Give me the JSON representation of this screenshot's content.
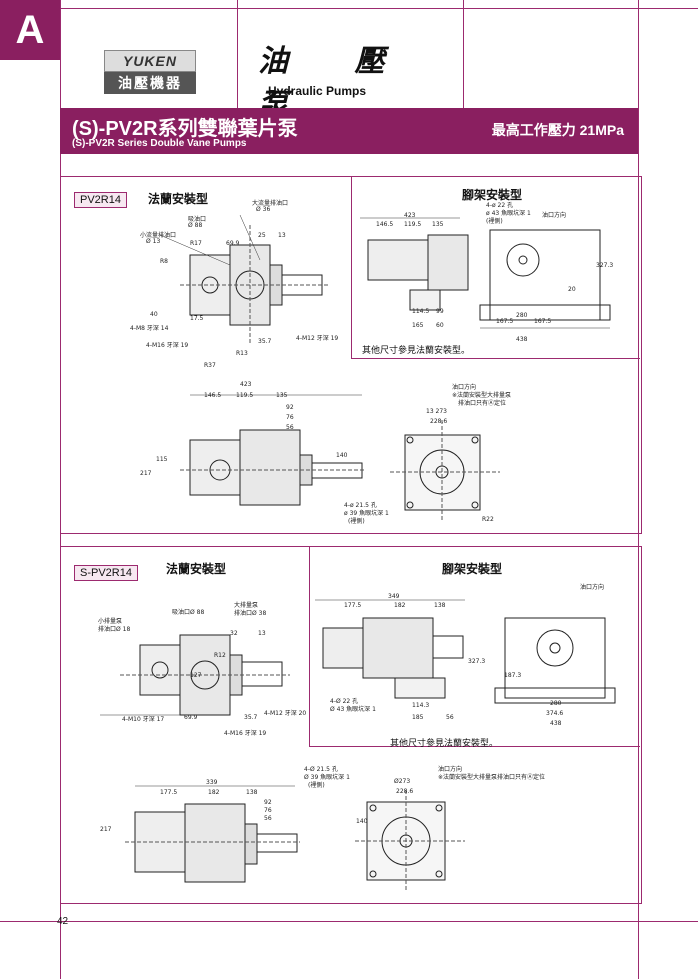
{
  "header": {
    "section_letter": "A",
    "logo_top": "YUKEN",
    "logo_bottom": "油壓機器",
    "title_cn": "油 壓 泵",
    "title_en": "Hydraulic Pumps"
  },
  "banner": {
    "title_cn": "(S)-PV2R系列雙聯葉片泵",
    "title_en": "(S)-PV2R Series Double Vane Pumps",
    "pressure": "最高工作壓力 21MPa"
  },
  "panel1": {
    "model": "PV2R14",
    "flange_title": "法蘭安裝型",
    "foot_title": "腳架安裝型",
    "foot_note": "其他尺寸參見法蘭安裝型。",
    "labels": {
      "large_outlet": "大流量排油口",
      "large_outlet_dia": "Ø 36",
      "inlet": "吸油口",
      "inlet_dia": "Ø 88",
      "small_outlet": "小流量排油口",
      "small_outlet_dia": "Ø 13",
      "r17": "R17",
      "r8": "R8",
      "r13": "R13",
      "r37": "R37",
      "d69_9": "69.9",
      "d25": "25",
      "d13": "13",
      "m8": "4-M8 牙深 14",
      "m16": "4-M16 牙深 19",
      "m12": "4-M12 牙深 19",
      "d35_7": "35.7",
      "d17_5": "17.5",
      "d40": "40",
      "foot_holes": "4-ø 22 孔",
      "foot_counter": "ø 43 魚眼坑深 1",
      "foot_back": "(裡側)",
      "outlet_dir": "油口方向",
      "fd423": "423",
      "fd146": "146.5",
      "fd119": "119.5",
      "fd135": "135",
      "fd114": "114.5",
      "fd99": "99",
      "fd165": "165",
      "fd60": "60",
      "fd280": "280",
      "fd167": "167.5",
      "fd438": "438",
      "fd327": "327.3",
      "fd20": "20",
      "d423": "423",
      "d146": "146.5",
      "d119": "119.5",
      "d135": "135",
      "d92": "92",
      "d76": "76",
      "d56": "56",
      "d228": "228.6",
      "d273": "13 273",
      "d115": "115",
      "d217": "217",
      "d140": "140",
      "flange_holes": "4-ø 21.5 孔",
      "flange_counter": "ø 39 魚眼坑深 1",
      "flange_back": "(裡側)",
      "r22": "R22",
      "outlet_note1": "油口方向",
      "outlet_note2": "※法蘭安裝型大排量泵",
      "outlet_note3": "排油口只有Ⓐ定位"
    }
  },
  "panel2": {
    "model": "S-PV2R14",
    "flange_title": "法蘭安裝型",
    "foot_title": "腳架安裝型",
    "foot_note": "其他尺寸參見法蘭安裝型。",
    "labels": {
      "small_outlet": "小排量泵",
      "small_outlet2": "排油口Ø 18",
      "inlet": "吸油口Ø 88",
      "large_outlet": "大排量泵",
      "large_outlet2": "排油口Ø 38",
      "m10": "4-M10 牙深 17",
      "m16": "4-M16 牙深 19",
      "m12": "4-M12 牙深 20",
      "d32": "32",
      "d13": "13",
      "d69": "69.9",
      "d35": "35.7",
      "d127": "127",
      "r12": "R12",
      "fd349": "349",
      "fd177": "177.5",
      "fd182": "182",
      "fd138": "138",
      "fd114": "114.3",
      "fd185": "185",
      "fd56": "56",
      "fd280": "280",
      "fd374": "374.6",
      "fd438": "438",
      "fd327": "327.3",
      "fd187": "187.3",
      "foot_holes": "4-Ø 22 孔",
      "foot_counter": "Ø 43 魚眼坑深 1",
      "outlet_dir": "油口方向",
      "d339": "339",
      "d177": "177.5",
      "d182": "182",
      "d138": "138",
      "d92": "92",
      "d76": "76",
      "d56": "56",
      "d273": "Ø273",
      "d228": "228.6",
      "d140": "140",
      "d217": "217",
      "flange_holes": "4-Ø 21.5 孔",
      "flange_counter": "Ø 39 魚眼坑深 1",
      "flange_back": "(裡側)",
      "outlet_note1": "油口方向",
      "outlet_note2": "※法蘭安裝型大排量泵排油口只有Ⓐ定位"
    }
  },
  "footer": {
    "page": "42"
  },
  "colors": {
    "brand": "#8a1f60",
    "rule": "#9c2a6f"
  }
}
